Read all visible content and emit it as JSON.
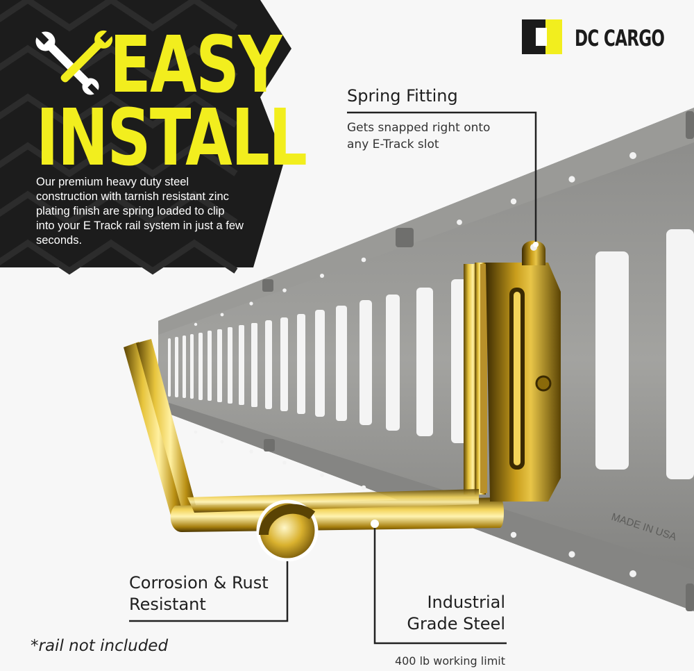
{
  "banner": {
    "title_line1": "EASY",
    "title_line2": "INSTALL",
    "body": "Our premium heavy duty steel construction with tarnish resistant zinc plating finish are spring loaded to clip into your E Track rail system in just a few seconds.",
    "icon": "wrench-icon",
    "background_color": "#1c1c1c",
    "accent_color": "#f2ee1e"
  },
  "logo": {
    "text": "DC CARGO",
    "colors": [
      "#1b1b1b",
      "#f2ee1e"
    ]
  },
  "callouts": {
    "spring_title": "Spring Fitting",
    "spring_sub": "Gets snapped right onto any E-Track slot",
    "corrosion_title": "Corrosion & Rust Resistant",
    "steel_title": "Industrial Grade Steel",
    "steel_sub": "400 lb working limit"
  },
  "rail_stamp": "MADE IN USA",
  "footnote": "*rail not included"
}
